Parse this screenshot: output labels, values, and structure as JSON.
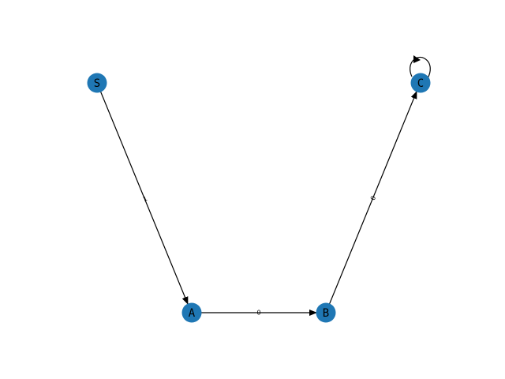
{
  "graph": {
    "node_color": "#1f77b4",
    "edge_color": "#000000",
    "nodes": [
      {
        "id": "S",
        "label": "S"
      },
      {
        "id": "A",
        "label": "A"
      },
      {
        "id": "B",
        "label": "B"
      },
      {
        "id": "C",
        "label": "C"
      }
    ],
    "edges": [
      {
        "from": "S",
        "to": "A",
        "label": "1"
      },
      {
        "from": "A",
        "to": "B",
        "label": "0"
      },
      {
        "from": "B",
        "to": "C",
        "label": "0"
      },
      {
        "from": "C",
        "to": "C",
        "label": ""
      }
    ]
  }
}
